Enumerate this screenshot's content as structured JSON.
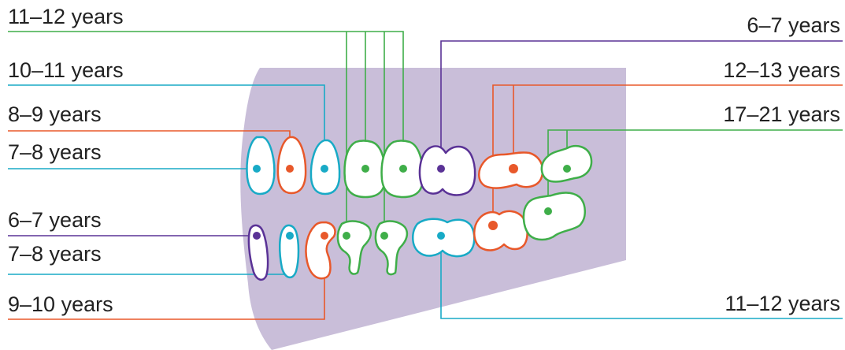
{
  "colors": {
    "green": "#3fae49",
    "orange": "#e8582a",
    "blue": "#18aac6",
    "purple": "#5a3296",
    "background_shape": "#c9bed9",
    "text": "#222222"
  },
  "labels": {
    "upper_left_1": "11–12 years",
    "upper_left_2": "10–11 years",
    "upper_left_3": "8–9 years",
    "upper_left_4": "7–8 years",
    "lower_left_1": "6–7 years",
    "lower_left_2": "7–8 years",
    "lower_left_3": "9–10 years",
    "upper_right_1": "6–7 years",
    "upper_right_2": "12–13 years",
    "upper_right_3": "17–21 years",
    "lower_right_1": "11–12 years"
  },
  "teeth": {
    "upper": [
      {
        "name": "upper-central-incisor",
        "age_label": "upper_left_4",
        "color": "blue"
      },
      {
        "name": "upper-lateral-incisor",
        "age_label": "upper_left_3",
        "color": "orange"
      },
      {
        "name": "upper-canine",
        "age_label": "upper_left_2",
        "color": "blue"
      },
      {
        "name": "upper-first-premolar",
        "age_label": "upper_left_1",
        "color": "green"
      },
      {
        "name": "upper-second-premolar",
        "age_label": "upper_left_1",
        "color": "green"
      },
      {
        "name": "upper-first-molar",
        "age_label": "upper_right_1",
        "color": "purple"
      },
      {
        "name": "upper-second-molar",
        "age_label": "upper_right_2",
        "color": "orange"
      },
      {
        "name": "upper-third-molar",
        "age_label": "upper_right_3",
        "color": "green"
      }
    ],
    "lower": [
      {
        "name": "lower-central-incisor",
        "age_label": "lower_left_1",
        "color": "purple"
      },
      {
        "name": "lower-lateral-incisor",
        "age_label": "lower_left_2",
        "color": "blue"
      },
      {
        "name": "lower-canine",
        "age_label": "lower_left_3",
        "color": "orange"
      },
      {
        "name": "lower-first-premolar",
        "age_label": "upper_left_1",
        "color": "green"
      },
      {
        "name": "lower-second-premolar",
        "age_label": "upper_left_1",
        "color": "green"
      },
      {
        "name": "lower-first-molar",
        "age_label": "lower_right_1",
        "color": "blue"
      },
      {
        "name": "lower-second-molar",
        "age_label": "upper_right_2",
        "color": "orange"
      },
      {
        "name": "lower-third-molar",
        "age_label": "upper_right_3",
        "color": "green"
      }
    ]
  }
}
